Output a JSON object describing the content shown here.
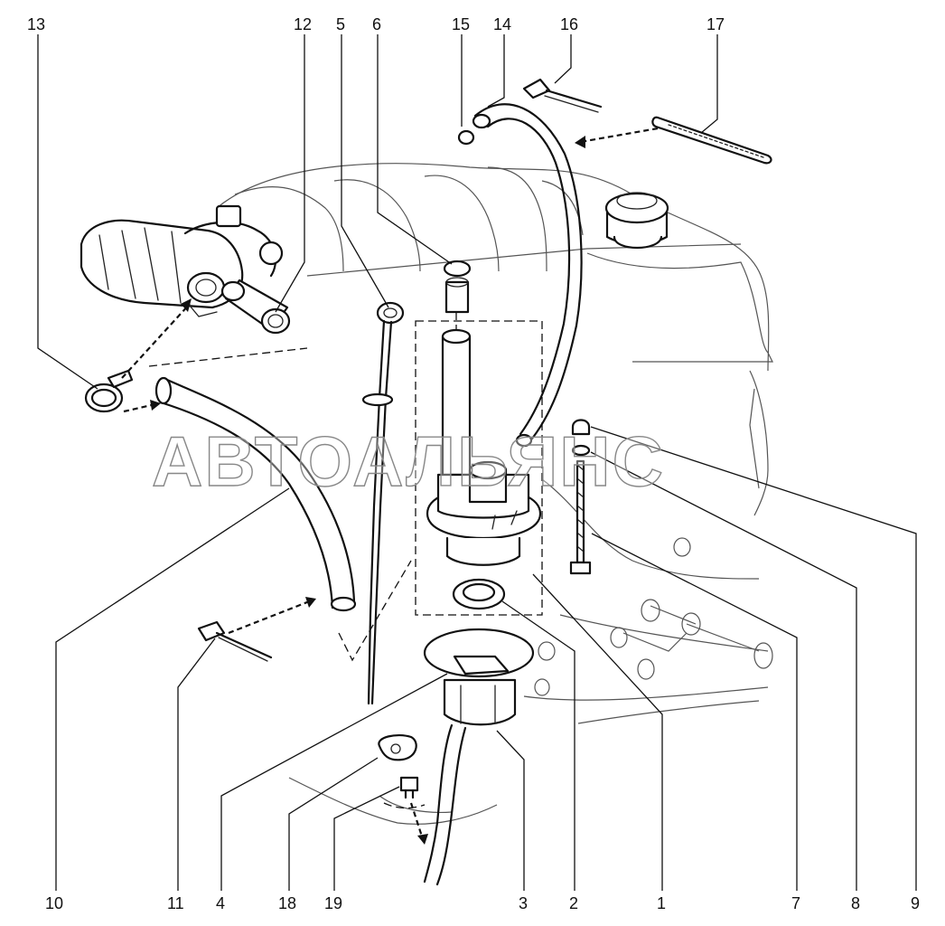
{
  "watermark": "АВТОАЛЬЯНС",
  "callouts": [
    {
      "id": "13",
      "label": "13"
    },
    {
      "id": "12",
      "label": "12"
    },
    {
      "id": "5",
      "label": "5"
    },
    {
      "id": "6",
      "label": "6"
    },
    {
      "id": "15",
      "label": "15"
    },
    {
      "id": "14",
      "label": "14"
    },
    {
      "id": "16",
      "label": "16"
    },
    {
      "id": "17",
      "label": "17"
    },
    {
      "id": "10",
      "label": "10"
    },
    {
      "id": "11",
      "label": "11"
    },
    {
      "id": "4",
      "label": "4"
    },
    {
      "id": "18",
      "label": "18"
    },
    {
      "id": "19",
      "label": "19"
    },
    {
      "id": "3",
      "label": "3"
    },
    {
      "id": "2",
      "label": "2"
    },
    {
      "id": "1",
      "label": "1"
    },
    {
      "id": "7",
      "label": "7"
    },
    {
      "id": "8",
      "label": "8"
    },
    {
      "id": "9",
      "label": "9"
    }
  ]
}
